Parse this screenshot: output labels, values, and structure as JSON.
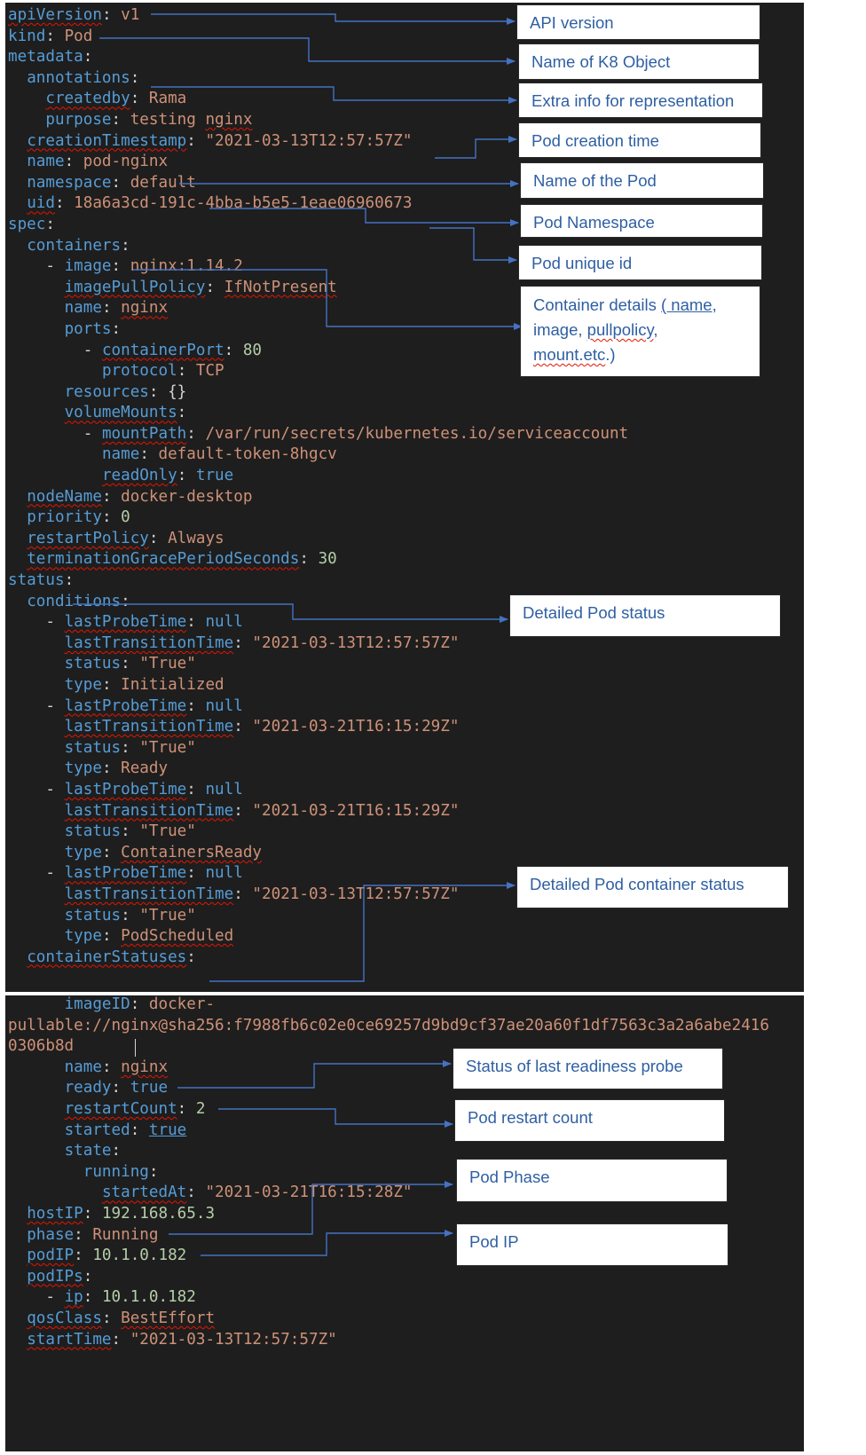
{
  "panel_top": {
    "lines": [
      [
        [
          "apiVersion",
          "k",
          1
        ],
        [
          ": ",
          "p"
        ],
        [
          "v1",
          "v"
        ]
      ],
      [
        [
          "kind",
          "k"
        ],
        [
          ": ",
          "p"
        ],
        [
          "Pod",
          "v"
        ]
      ],
      [
        [
          "metadata",
          "k"
        ],
        [
          ":",
          "p"
        ]
      ],
      [
        [
          "  ",
          "p"
        ],
        [
          "annotations",
          "k"
        ],
        [
          ":",
          "p"
        ]
      ],
      [
        [
          "    ",
          "p"
        ],
        [
          "createdby",
          "k",
          1
        ],
        [
          ": ",
          "p"
        ],
        [
          "Rama",
          "v"
        ]
      ],
      [
        [
          "    ",
          "p"
        ],
        [
          "purpose",
          "k"
        ],
        [
          ": ",
          "p"
        ],
        [
          "testing ",
          "v"
        ],
        [
          "nginx",
          "v",
          1
        ]
      ],
      [
        [
          "  ",
          "p"
        ],
        [
          "creationTimestamp",
          "k",
          1
        ],
        [
          ": ",
          "p"
        ],
        [
          "\"2021-03-13T12:57:57Z\"",
          "v"
        ]
      ],
      [
        [
          "  ",
          "p"
        ],
        [
          "name",
          "k"
        ],
        [
          ": ",
          "p"
        ],
        [
          "pod-nginx",
          "v"
        ]
      ],
      [
        [
          "  ",
          "p"
        ],
        [
          "namespace",
          "k"
        ],
        [
          ": ",
          "p"
        ],
        [
          "default",
          "v"
        ]
      ],
      [
        [
          "  ",
          "p"
        ],
        [
          "uid",
          "k",
          1
        ],
        [
          ": ",
          "p"
        ],
        [
          "18a6a3cd-191c-4bba-b5e5-1eae06960673",
          "v"
        ]
      ],
      [
        [
          "spec",
          "k"
        ],
        [
          ":",
          "p"
        ]
      ],
      [
        [
          "  ",
          "p"
        ],
        [
          "containers",
          "k"
        ],
        [
          ":",
          "p"
        ]
      ],
      [
        [
          "    - ",
          "p"
        ],
        [
          "image",
          "k"
        ],
        [
          ": ",
          "p"
        ],
        [
          "nginx:1.14.2",
          "v"
        ]
      ],
      [
        [
          "      ",
          "p"
        ],
        [
          "imagePullPolicy",
          "k",
          1
        ],
        [
          ": ",
          "p"
        ],
        [
          "IfNotPresent",
          "v",
          1
        ]
      ],
      [
        [
          "      ",
          "p"
        ],
        [
          "name",
          "k"
        ],
        [
          ": ",
          "p"
        ],
        [
          "nginx",
          "v",
          1
        ]
      ],
      [
        [
          "      ",
          "p"
        ],
        [
          "ports",
          "k"
        ],
        [
          ":",
          "p"
        ]
      ],
      [
        [
          "        - ",
          "p"
        ],
        [
          "containerPort",
          "k",
          1
        ],
        [
          ": ",
          "p"
        ],
        [
          "80",
          "n"
        ]
      ],
      [
        [
          "          ",
          "p"
        ],
        [
          "protocol",
          "k"
        ],
        [
          ": ",
          "p"
        ],
        [
          "TCP",
          "v"
        ]
      ],
      [
        [
          "      ",
          "p"
        ],
        [
          "resources",
          "k"
        ],
        [
          ": {}",
          "p"
        ]
      ],
      [
        [
          "      ",
          "p"
        ],
        [
          "volumeMounts",
          "k",
          1
        ],
        [
          ":",
          "p"
        ]
      ],
      [
        [
          "        - ",
          "p"
        ],
        [
          "mountPath",
          "k",
          1
        ],
        [
          ": ",
          "p"
        ],
        [
          "/var/run/secrets/kubernetes.io/serviceaccount",
          "v"
        ]
      ],
      [
        [
          "          ",
          "p"
        ],
        [
          "name",
          "k"
        ],
        [
          ": ",
          "p"
        ],
        [
          "default-token-8hgcv",
          "v"
        ]
      ],
      [
        [
          "          ",
          "p"
        ],
        [
          "readOnly",
          "k",
          1
        ],
        [
          ": ",
          "p"
        ],
        [
          "true",
          "k"
        ]
      ],
      [
        [
          "  ",
          "p"
        ],
        [
          "nodeName",
          "k",
          1
        ],
        [
          ": ",
          "p"
        ],
        [
          "docker-desktop",
          "v"
        ]
      ],
      [
        [
          "  ",
          "p"
        ],
        [
          "priority",
          "k"
        ],
        [
          ": ",
          "p"
        ],
        [
          "0",
          "n"
        ]
      ],
      [
        [
          "  ",
          "p"
        ],
        [
          "restartPolicy",
          "k",
          1
        ],
        [
          ": ",
          "p"
        ],
        [
          "Always",
          "v"
        ]
      ],
      [
        [
          "  ",
          "p"
        ],
        [
          "terminationGracePeriodSeconds",
          "k",
          1
        ],
        [
          ": ",
          "p"
        ],
        [
          "30",
          "n"
        ]
      ],
      [
        [
          "status",
          "k"
        ],
        [
          ":",
          "p"
        ]
      ],
      [
        [
          "  ",
          "p"
        ],
        [
          "conditions",
          "k"
        ],
        [
          ":",
          "p"
        ]
      ],
      [
        [
          "    - ",
          "p"
        ],
        [
          "lastProbeTime",
          "k",
          1
        ],
        [
          ": ",
          "p"
        ],
        [
          "null",
          "k"
        ]
      ],
      [
        [
          "      ",
          "p"
        ],
        [
          "lastTransitionTime",
          "k",
          1
        ],
        [
          ": ",
          "p"
        ],
        [
          "\"2021-03-13T12:57:57Z\"",
          "v"
        ]
      ],
      [
        [
          "      ",
          "p"
        ],
        [
          "status",
          "k"
        ],
        [
          ": ",
          "p"
        ],
        [
          "\"True\"",
          "v"
        ]
      ],
      [
        [
          "      ",
          "p"
        ],
        [
          "type",
          "k"
        ],
        [
          ": ",
          "p"
        ],
        [
          "Initialized",
          "v"
        ]
      ],
      [
        [
          "    - ",
          "p"
        ],
        [
          "lastProbeTime",
          "k",
          1
        ],
        [
          ": ",
          "p"
        ],
        [
          "null",
          "k"
        ]
      ],
      [
        [
          "      ",
          "p"
        ],
        [
          "lastTransitionTime",
          "k",
          1
        ],
        [
          ": ",
          "p"
        ],
        [
          "\"2021-03-21T16:15:29Z\"",
          "v"
        ]
      ],
      [
        [
          "      ",
          "p"
        ],
        [
          "status",
          "k"
        ],
        [
          ": ",
          "p"
        ],
        [
          "\"True\"",
          "v"
        ]
      ],
      [
        [
          "      ",
          "p"
        ],
        [
          "type",
          "k"
        ],
        [
          ": ",
          "p"
        ],
        [
          "Ready",
          "v"
        ]
      ],
      [
        [
          "    - ",
          "p"
        ],
        [
          "lastProbeTime",
          "k",
          1
        ],
        [
          ": ",
          "p"
        ],
        [
          "null",
          "k"
        ]
      ],
      [
        [
          "      ",
          "p"
        ],
        [
          "lastTransitionTime",
          "k",
          1
        ],
        [
          ": ",
          "p"
        ],
        [
          "\"2021-03-21T16:15:29Z\"",
          "v"
        ]
      ],
      [
        [
          "      ",
          "p"
        ],
        [
          "status",
          "k"
        ],
        [
          ": ",
          "p"
        ],
        [
          "\"True\"",
          "v"
        ]
      ],
      [
        [
          "      ",
          "p"
        ],
        [
          "type",
          "k"
        ],
        [
          ": ",
          "p"
        ],
        [
          "ContainersReady",
          "v",
          1
        ]
      ],
      [
        [
          "    - ",
          "p"
        ],
        [
          "lastProbeTime",
          "k",
          1
        ],
        [
          ": ",
          "p"
        ],
        [
          "null",
          "k"
        ]
      ],
      [
        [
          "      ",
          "p"
        ],
        [
          "lastTransitionTime",
          "k",
          1
        ],
        [
          ": ",
          "p"
        ],
        [
          "\"2021-03-13T12:57:57Z\"",
          "v"
        ]
      ],
      [
        [
          "      ",
          "p"
        ],
        [
          "status",
          "k"
        ],
        [
          ": ",
          "p"
        ],
        [
          "\"True\"",
          "v"
        ]
      ],
      [
        [
          "      ",
          "p"
        ],
        [
          "type",
          "k"
        ],
        [
          ": ",
          "p"
        ],
        [
          "PodScheduled",
          "v",
          1
        ]
      ],
      [
        [
          "  ",
          "p"
        ],
        [
          "containerStatuses",
          "k",
          1
        ],
        [
          ":",
          "p"
        ]
      ]
    ]
  },
  "panel_bottom": {
    "lines": [
      [
        [
          "      ",
          "p"
        ],
        [
          "imageID",
          "k"
        ],
        [
          ": ",
          "p"
        ],
        [
          "docker-",
          "v"
        ]
      ],
      [
        [
          "pullable://nginx@sha256:f7988fb6c02e0ce69257d9bd9cf37ae20a60f1df7563c3a2a6abe2416",
          "v"
        ]
      ],
      [
        [
          "0306b8d",
          "v"
        ]
      ],
      [
        [
          "      ",
          "p"
        ],
        [
          "name",
          "k"
        ],
        [
          ": ",
          "p"
        ],
        [
          "nginx",
          "v",
          1
        ]
      ],
      [
        [
          "      ",
          "p"
        ],
        [
          "ready",
          "k"
        ],
        [
          ": ",
          "p"
        ],
        [
          "true",
          "k"
        ]
      ],
      [
        [
          "      ",
          "p"
        ],
        [
          "restartCount",
          "k",
          1
        ],
        [
          ": ",
          "p"
        ],
        [
          "2",
          "n"
        ]
      ],
      [
        [
          "      ",
          "p"
        ],
        [
          "started",
          "k"
        ],
        [
          ": ",
          "p"
        ],
        [
          "true",
          "k",
          2
        ]
      ],
      [
        [
          "      ",
          "p"
        ],
        [
          "state",
          "k"
        ],
        [
          ":",
          "p"
        ]
      ],
      [
        [
          "        ",
          "p"
        ],
        [
          "running",
          "k"
        ],
        [
          ":",
          "p"
        ]
      ],
      [
        [
          "          ",
          "p"
        ],
        [
          "startedAt",
          "k",
          1
        ],
        [
          ": ",
          "p"
        ],
        [
          "\"2021-03-21T16:15:28Z\"",
          "v"
        ]
      ],
      [
        [
          "  ",
          "p"
        ],
        [
          "hostIP",
          "k",
          1
        ],
        [
          ": ",
          "p"
        ],
        [
          "192.168.65.3",
          "n"
        ]
      ],
      [
        [
          "  ",
          "p"
        ],
        [
          "phase",
          "k"
        ],
        [
          ": ",
          "p"
        ],
        [
          "Running",
          "v"
        ]
      ],
      [
        [
          "  ",
          "p"
        ],
        [
          "podIP",
          "k",
          1
        ],
        [
          ": ",
          "p"
        ],
        [
          "10.1.0.182",
          "n"
        ]
      ],
      [
        [
          "  ",
          "p"
        ],
        [
          "podIPs",
          "k",
          1
        ],
        [
          ":",
          "p"
        ]
      ],
      [
        [
          "    - ",
          "p"
        ],
        [
          "ip",
          "k",
          1
        ],
        [
          ": ",
          "p"
        ],
        [
          "10.1.0.182",
          "n"
        ]
      ],
      [
        [
          "  ",
          "p"
        ],
        [
          "qosClass",
          "k",
          1
        ],
        [
          ": ",
          "p"
        ],
        [
          "BestEffort",
          "v",
          1
        ]
      ],
      [
        [
          "  ",
          "p"
        ],
        [
          "startTime",
          "k",
          1
        ],
        [
          ": ",
          "p"
        ],
        [
          "\"2021-03-13T12:57:57Z\"",
          "v"
        ]
      ]
    ]
  },
  "annotations": {
    "api_version": "API version",
    "object_name": "Name of K8 Object",
    "extra_info": "Extra info for representation",
    "creation_time": "Pod creation time",
    "pod_name": "Name of the Pod",
    "namespace": "Pod Namespace",
    "unique_id": "Pod unique id",
    "container_details": {
      "line1_a": "Container details ",
      "line1_b": "( name",
      "line1_c": ",",
      "line2_a": "image, ",
      "line2_b": "pullpolicy",
      "line2_c": ",",
      "line3_a": "mount.etc",
      "line3_b": ".)"
    },
    "pod_status": "Detailed Pod status",
    "container_status": "Detailed Pod container status",
    "readiness_probe": "Status of last readiness probe",
    "restart_count": "Pod restart count",
    "phase": "Pod Phase",
    "pod_ip": "Pod IP"
  },
  "colors": {
    "editor_bg": "#1e1e1e",
    "key": "#569cd6",
    "string": "#ce9178",
    "number": "#b5cea8",
    "punct": "#d4d4d4",
    "arrow": "#4472c4",
    "annotation_text": "#2e5fa3",
    "spellcheck": "#e51400"
  }
}
